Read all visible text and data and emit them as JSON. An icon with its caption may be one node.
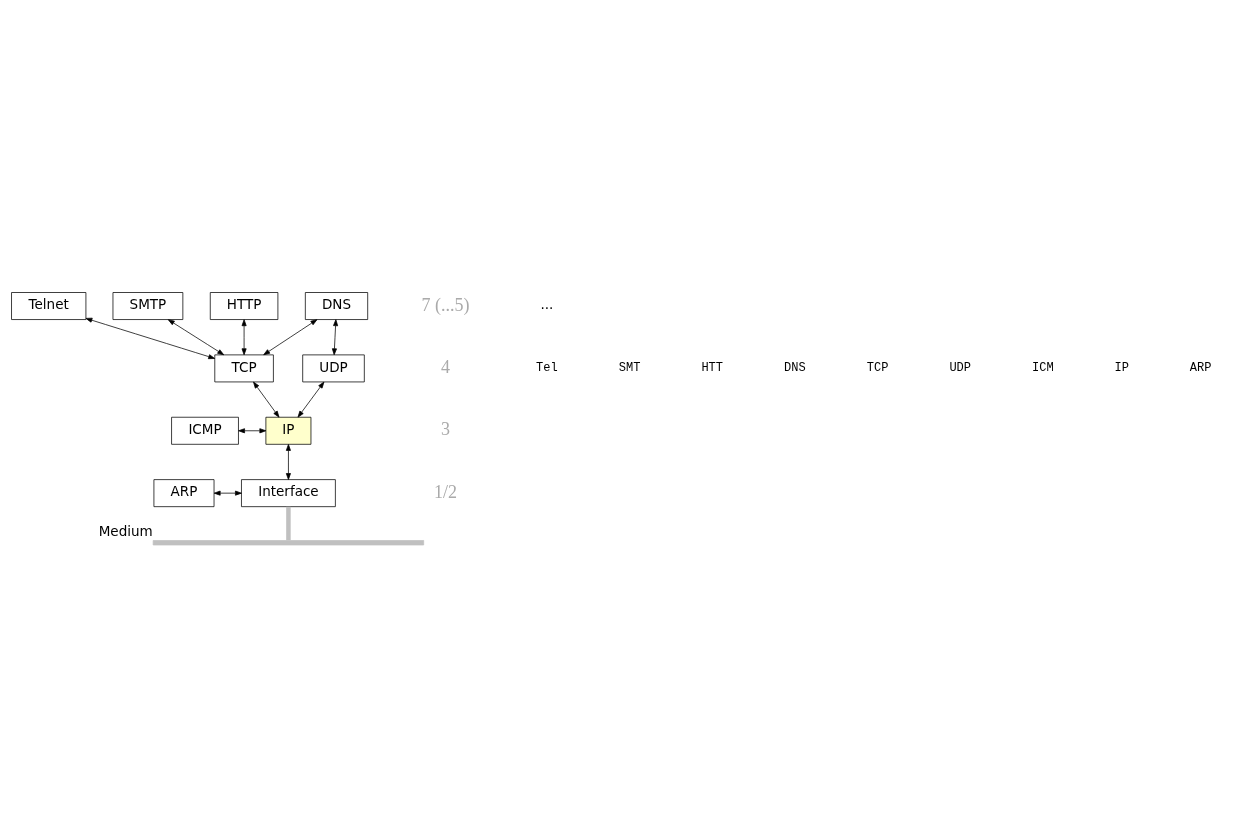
{
  "diagram": {
    "nodes": [
      {
        "text": [
          "Telnet"
        ]
      },
      {
        "text": [
          "SMTP"
        ]
      },
      {
        "text": [
          "HTTP"
        ]
      },
      {
        "text": [
          "DNS"
        ]
      },
      {
        "text": [
          "TCP"
        ]
      },
      {
        "text": [
          "UDP"
        ]
      },
      {
        "text": [
          "ICMP"
        ]
      },
      {
        "text": [
          "IP"
        ]
      },
      {
        "text": [
          "ARP"
        ]
      },
      {
        "text": [
          "Interface"
        ]
      },
      {
        "text": [],
        "shape": "bar",
        "beside": [
          "Medium"
        ]
      }
    ],
    "edges": [
      {
        "from": 0,
        "to": 4,
        "arrow": "both"
      },
      {
        "from": 1,
        "to": 4,
        "arrow": "both"
      },
      {
        "from": 2,
        "to": 4,
        "arrow": "both"
      },
      {
        "from": 3,
        "to": 4,
        "arrow": "both"
      },
      {
        "from": 3,
        "to": 5,
        "arrow": "both"
      },
      {
        "from": 4,
        "to": 7,
        "arrow": "both"
      },
      {
        "from": 5,
        "to": 7,
        "arrow": "both"
      },
      {
        "from": 6,
        "to": 7,
        "arrow": "both"
      },
      {
        "from": 7,
        "to": 9,
        "arrow": "both"
      },
      {
        "from": 8,
        "to": 9,
        "arrow": "both"
      },
      {
        "from": 9,
        "to": 10,
        "arrow": "none",
        "style": "thick",
        "color": "#c0c0c0"
      }
    ],
    "labels": [
      "7 (...5)",
      "...",
      "4",
      "Tel",
      "SMT",
      "3",
      "HTT",
      "DNS",
      "TCP",
      "1/2",
      "UDP",
      "ICM",
      "IP",
      "ARP"
    ]
  }
}
